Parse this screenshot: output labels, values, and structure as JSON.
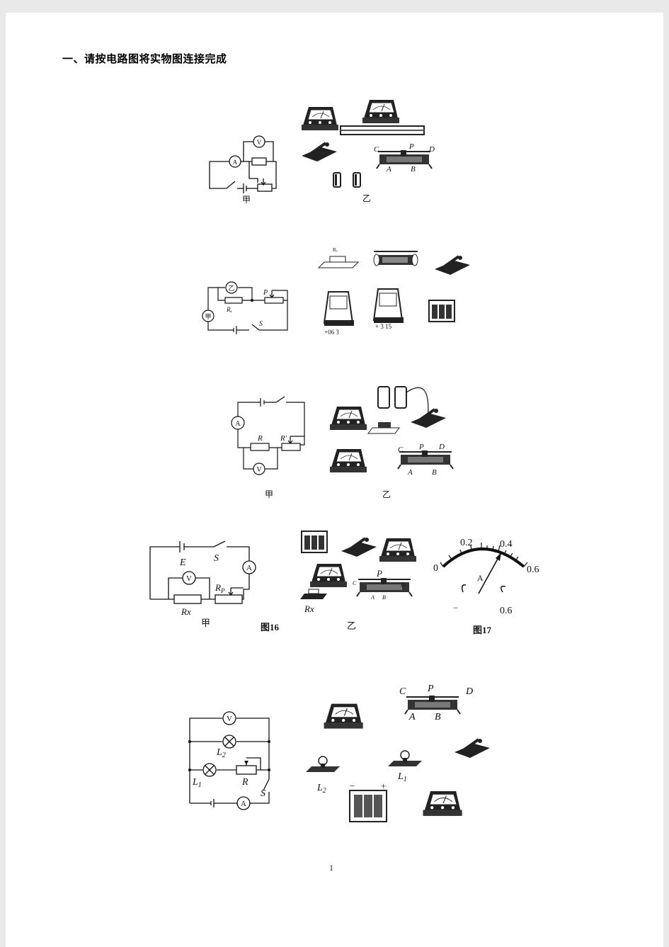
{
  "heading": "一、请按电路图将实物图连接完成",
  "page_number": "1",
  "fig1": {
    "caption_left": "甲",
    "caption_right": "乙",
    "rheo": {
      "c": "C",
      "p": "P",
      "d": "D",
      "a": "A",
      "b": "B"
    },
    "meter_a": "A",
    "meter_v": "V"
  },
  "fig2": {
    "r_label": "Rₓ",
    "p_label": "P",
    "s_label": "S",
    "meter_z": "乙",
    "meter_j": "甲",
    "phys_r_label": "Rₓ",
    "ammeter_terminals": "+06 3",
    "voltmeter_terminals": "+ 3 15"
  },
  "fig3": {
    "caption_left": "甲",
    "caption_right": "乙",
    "r_label": "R",
    "r2_label": "R′",
    "meter_a": "A",
    "meter_v": "V",
    "rheo": {
      "c": "C",
      "p": "P",
      "d": "D",
      "a": "A",
      "b": "B"
    }
  },
  "fig4": {
    "e_label": "E",
    "s_label": "S",
    "rp_label": "R",
    "rp_sub": "P",
    "rx_label": "Rx",
    "meter_a": "A",
    "meter_v": "V",
    "caption_left": "甲",
    "fig_left": "图16",
    "caption_mid": "乙",
    "phys_rx": "Rx",
    "rheo": {
      "c": "C",
      "p": "P",
      "d": "D",
      "a": "A",
      "b": "B"
    },
    "gauge": {
      "t0": "0",
      "t1": "0.2",
      "t2": "0.4",
      "t3": "0.6",
      "unit": "A",
      "minus": "−",
      "term": "0.6"
    },
    "fig_right": "图17"
  },
  "fig5": {
    "meter_v": "V",
    "meter_a": "A",
    "l1": "L",
    "l1_sub": "1",
    "l2": "L",
    "l2_sub": "2",
    "r_label": "R",
    "s_label": "S",
    "rheo": {
      "c": "C",
      "p": "P",
      "d": "D",
      "a": "A",
      "b": "B"
    },
    "ph_l2": "L",
    "ph_l2_sub": "2",
    "ph_l1": "L",
    "ph_l1_sub": "1",
    "bat_minus": "−",
    "bat_plus": "+"
  }
}
